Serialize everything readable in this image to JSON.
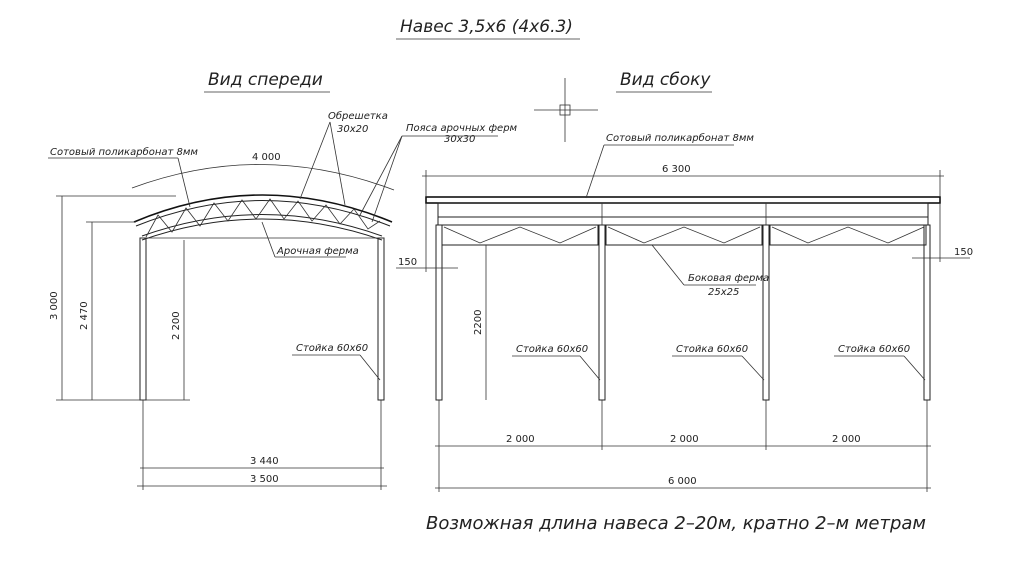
{
  "title": "Навес 3,5x6  (4x6.3)",
  "front_view": {
    "heading": "Вид спереди",
    "labels": {
      "roof": "Сотовый поликарбонат 8мм",
      "lathing": "Обрешетка",
      "lathing_size": "30x20",
      "chords": "Пояса арочных ферм",
      "chords_size": "30x30",
      "arch_truss": "Арочная ферма",
      "post": "Стойка 60x60"
    },
    "dimensions": {
      "arc": "4 000",
      "height_total": "3 000",
      "height_eave": "2 470",
      "height_post": "2 200",
      "inner_width": "3 440",
      "outer_width": "3 500"
    }
  },
  "side_view": {
    "heading": "Вид сбоку",
    "labels": {
      "roof": "Сотовый поликарбонат 8мм",
      "side_truss": "Боковая ферма",
      "side_truss_size": "25x25",
      "posts": [
        "Стойка 60x60",
        "Стойка 60x60",
        "Стойка 60x60"
      ]
    },
    "dimensions": {
      "roof_length": "6 300",
      "overhang_left": "150",
      "overhang_right": "150",
      "post_height": "2200",
      "spans": [
        "2 000",
        "2 000",
        "2 000"
      ],
      "total_length": "6 000"
    }
  },
  "footnote": "Возможная длина навеса 2–20м, кратно 2–м метрам"
}
